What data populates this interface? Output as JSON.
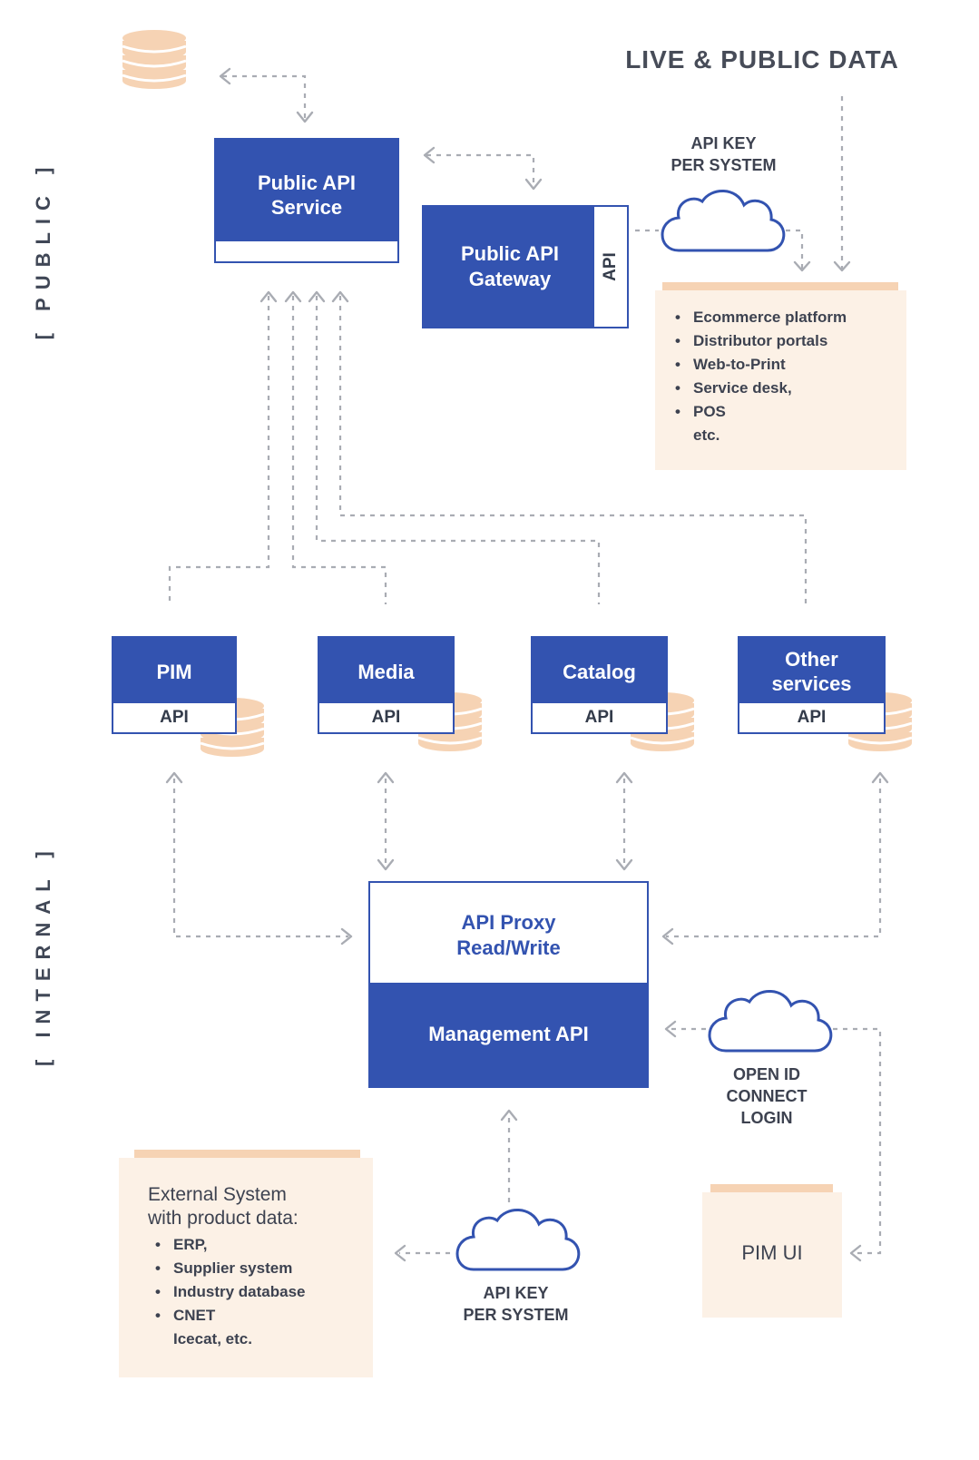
{
  "header": {
    "live_public": "LIVE & PUBLIC DATA"
  },
  "side_labels": {
    "public": "[ PUBLIC ]",
    "internal": "[ INTERNAL ]"
  },
  "public_api_service": {
    "line1": "Public API",
    "line2": "Service"
  },
  "public_api_gateway": {
    "line1": "Public API",
    "line2": "Gateway",
    "api": "API"
  },
  "api_key_top": {
    "line1": "API KEY",
    "line2": "PER SYSTEM"
  },
  "consumers": {
    "items": [
      {
        "bullet": "•",
        "text": "Ecommerce platform"
      },
      {
        "bullet": "•",
        "text": "Distributor portals"
      },
      {
        "bullet": "•",
        "text": "Web-to-Print"
      },
      {
        "bullet": "•",
        "text": "Service desk,"
      },
      {
        "bullet": "•",
        "text": "POS"
      },
      {
        "bullet": "",
        "text": "etc."
      }
    ]
  },
  "services": [
    {
      "name": "PIM",
      "api": "API"
    },
    {
      "name": "Media",
      "api": "API"
    },
    {
      "name": "Catalog",
      "api": "API"
    },
    {
      "name": "Other services",
      "name_line1": "Other",
      "name_line2": "services",
      "api": "API"
    }
  ],
  "proxy": {
    "line1": "API Proxy",
    "line2": "Read/Write",
    "management": "Management API"
  },
  "openid": {
    "line1": "OPEN ID",
    "line2": "CONNECT",
    "line3": "LOGIN"
  },
  "external": {
    "title1": "External System",
    "title2": "with product data:",
    "items": [
      {
        "bullet": "•",
        "text": "ERP,"
      },
      {
        "bullet": "•",
        "text": "Supplier system"
      },
      {
        "bullet": "•",
        "text": "Industry database"
      },
      {
        "bullet": "•",
        "text": "CNET"
      },
      {
        "bullet": "",
        "text": "Icecat, etc."
      }
    ]
  },
  "api_key_bottom": {
    "line1": "API KEY",
    "line2": "PER SYSTEM"
  },
  "pim_ui": {
    "label": "PIM UI"
  },
  "colors": {
    "blue": "#3353b0",
    "peach": "#f6d3b4",
    "panel": "#fcf1e6",
    "arrow": "#a9acb3",
    "text": "#3d4250"
  }
}
